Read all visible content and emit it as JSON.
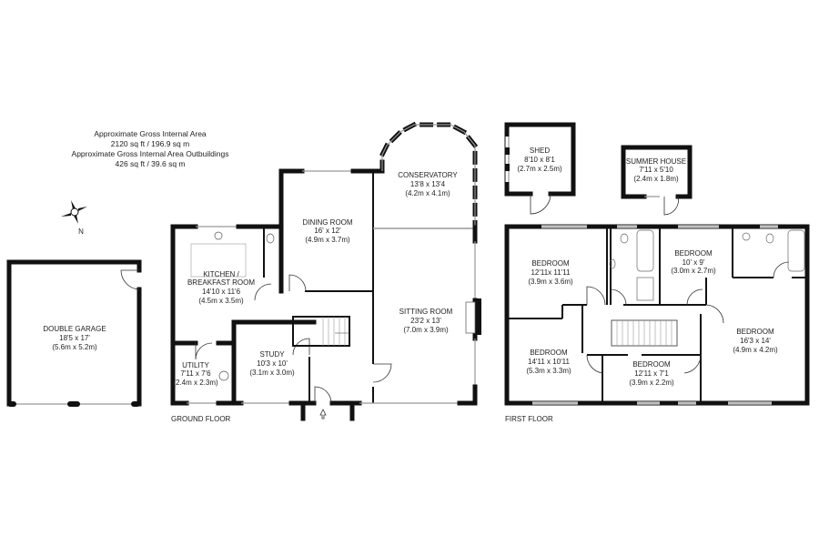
{
  "area_summary": {
    "line1": "Approximate Gross Internal Area",
    "line2": "2120 sq ft / 196.9 sq m",
    "line3": "Approximate Gross Internal Area Outbuildings",
    "line4": "426 sq ft / 39.6 sq m"
  },
  "compass": {
    "north_label": "N"
  },
  "floors": {
    "ground": "GROUND FLOOR",
    "first": "FIRST FLOOR"
  },
  "rooms": {
    "garage": {
      "name": "DOUBLE GARAGE",
      "imperial": "18'5 x 17'",
      "metric": "(5.6m x 5.2m)"
    },
    "kitchen": {
      "name1": "KITCHEN /",
      "name2": "BREAKFAST ROOM",
      "imperial": "14'10 x 11'6",
      "metric": "(4.5m x 3.5m)"
    },
    "utility": {
      "name": "UTILITY",
      "imperial": "7'11 x 7'6",
      "metric": "(2.4m x 2.3m)"
    },
    "study": {
      "name": "STUDY",
      "imperial": "10'3 x 10'",
      "metric": "(3.1m x 3.0m)"
    },
    "dining": {
      "name": "DINING ROOM",
      "imperial": "16' x 12'",
      "metric": "(4.9m x 3.7m)"
    },
    "conservatory": {
      "name": "CONSERVATORY",
      "imperial": "13'8 x 13'4",
      "metric": "(4.2m x 4.1m)"
    },
    "sitting": {
      "name": "SITTING ROOM",
      "imperial": "23'2 x 13'",
      "metric": "(7.0m x 3.9m)"
    },
    "shed": {
      "name": "SHED",
      "imperial": "8'10 x 8'1",
      "metric": "(2.7m x 2.5m)"
    },
    "summer_house": {
      "name": "SUMMER HOUSE",
      "imperial": "7'11 x 5'10",
      "metric": "(2.4m x 1.8m)"
    },
    "bedroom1": {
      "name": "BEDROOM",
      "imperial": "12'11x 11'11",
      "metric": "(3.9m x 3.6m)"
    },
    "bedroom2": {
      "name": "BEDROOM",
      "imperial": "10' x 9'",
      "metric": "(3.0m x 2.7m)"
    },
    "bedroom3": {
      "name": "BEDROOM",
      "imperial": "14'11 x 10'11",
      "metric": "(5.3m x 3.3m)"
    },
    "bedroom4": {
      "name": "BEDROOM",
      "imperial": "12'11 x 7'1",
      "metric": "(3.9m x 2.2m)"
    },
    "bedroom5": {
      "name": "BEDROOM",
      "imperial": "16'3 x 14'",
      "metric": "(4.9m x 4.2m)"
    }
  }
}
